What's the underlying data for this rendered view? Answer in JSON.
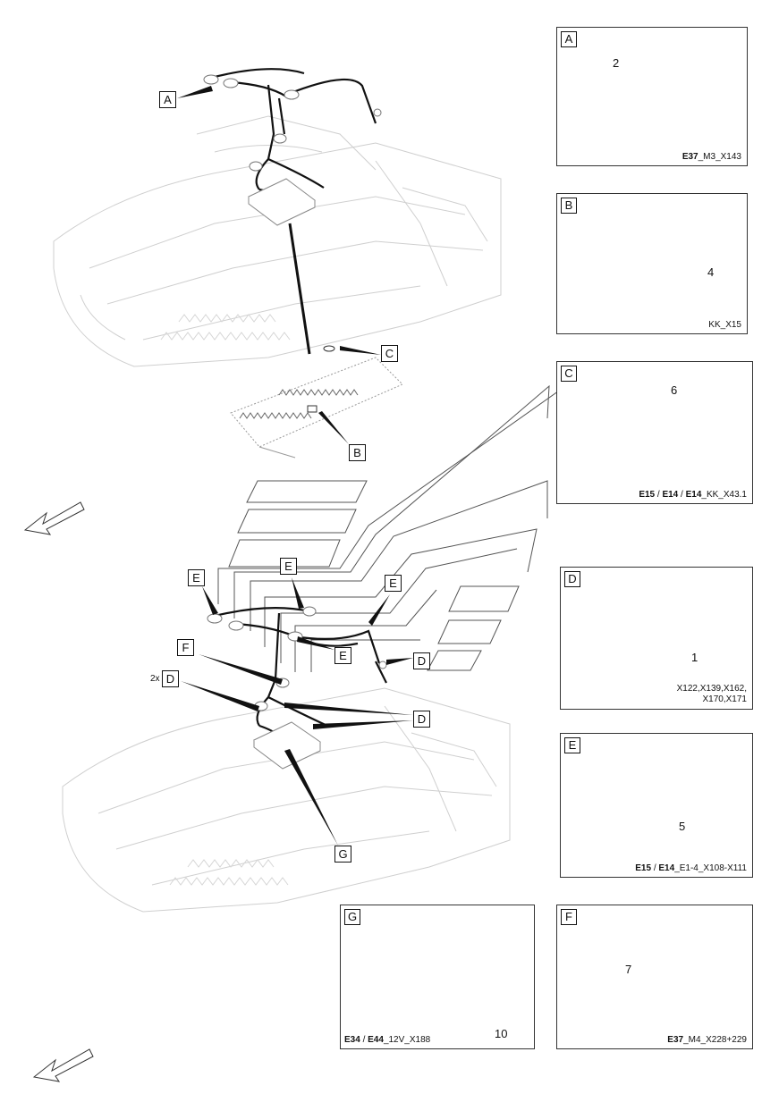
{
  "callouts": {
    "a_top": "A",
    "c_top": "C",
    "b_top": "B",
    "e1": "E",
    "e2": "E",
    "e3": "E",
    "e4": "E",
    "f1": "F",
    "d_mult": "D",
    "d_mult_count": "2x",
    "d_right1": "D",
    "d_right2": "D",
    "g1": "G"
  },
  "panels": {
    "A": {
      "tag": "A",
      "part": "2",
      "caption_bold": "E37",
      "caption_rest": "_M3_X143"
    },
    "B": {
      "tag": "B",
      "part": "4",
      "caption": "KK_X15"
    },
    "C": {
      "tag": "C",
      "part": "6",
      "caption_b1": "E15",
      "caption_sep1": " / ",
      "caption_b2": "E14",
      "caption_sep2": " / ",
      "caption_b3": "E14",
      "caption_rest": "_KK_X43.1"
    },
    "D": {
      "tag": "D",
      "part": "1",
      "caption_line1": "X122,X139,X162,",
      "caption_line2": "X170,X171"
    },
    "E": {
      "tag": "E",
      "part": "5",
      "caption_b1": "E15",
      "caption_sep1": " / ",
      "caption_b2": "E14",
      "caption_rest": "_E1-4_X108-X111"
    },
    "G": {
      "tag": "G",
      "part": "10",
      "caption_b1": "E34",
      "caption_sep1": " / ",
      "caption_b2": "E44",
      "caption_rest": "_12V_X188"
    },
    "F": {
      "tag": "F",
      "part": "7",
      "caption_bold": "E37",
      "caption_rest": "_M4_X228+229"
    }
  },
  "icons": [
    "direction-arrow-icon",
    "connector-icon",
    "ring-terminal-icon",
    "plug-housing-icon"
  ]
}
